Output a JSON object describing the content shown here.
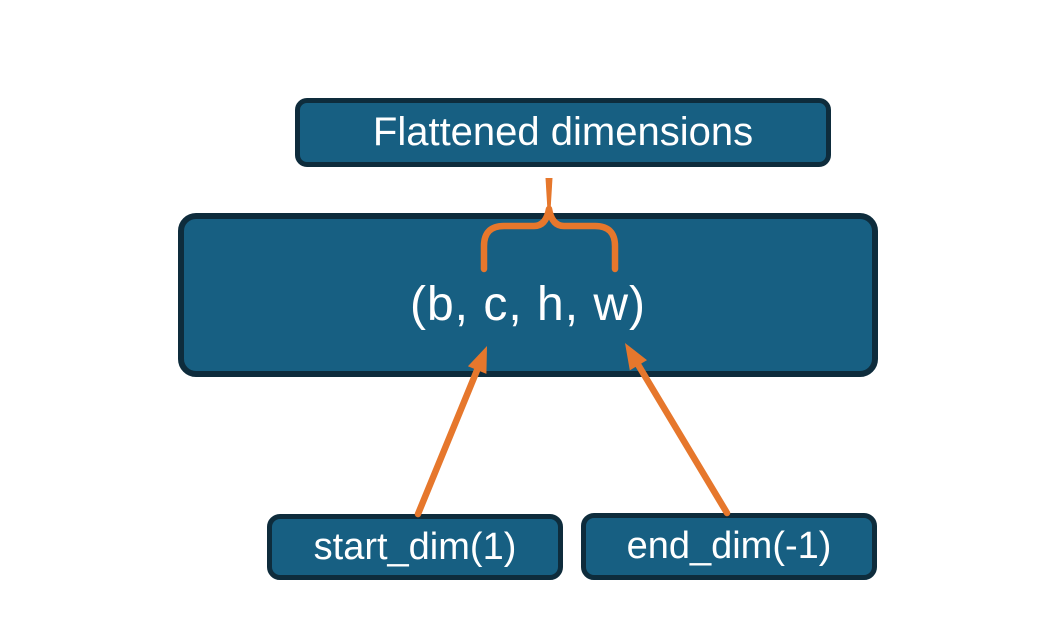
{
  "diagram": {
    "title_box": {
      "label": "Flattened dimensions"
    },
    "tensor_box": {
      "label": "(b, c, h, w)"
    },
    "start_dim_box": {
      "label": "start_dim(1)"
    },
    "end_dim_box": {
      "label": "end_dim(-1)"
    },
    "connectors": {
      "brace": {
        "style": "curly-brace",
        "from": "title_box",
        "to": "tensor_box",
        "spans": "c, h dimensions"
      },
      "arrows": [
        {
          "from": "start_dim_box",
          "to": "tensor_box"
        },
        {
          "from": "end_dim_box",
          "to": "tensor_box"
        }
      ]
    }
  },
  "colors": {
    "box_fill": "#175f82",
    "box_border": "#0e2c3c",
    "accent_orange": "#e6772c",
    "text": "#ffffff",
    "background": "#ffffff"
  }
}
